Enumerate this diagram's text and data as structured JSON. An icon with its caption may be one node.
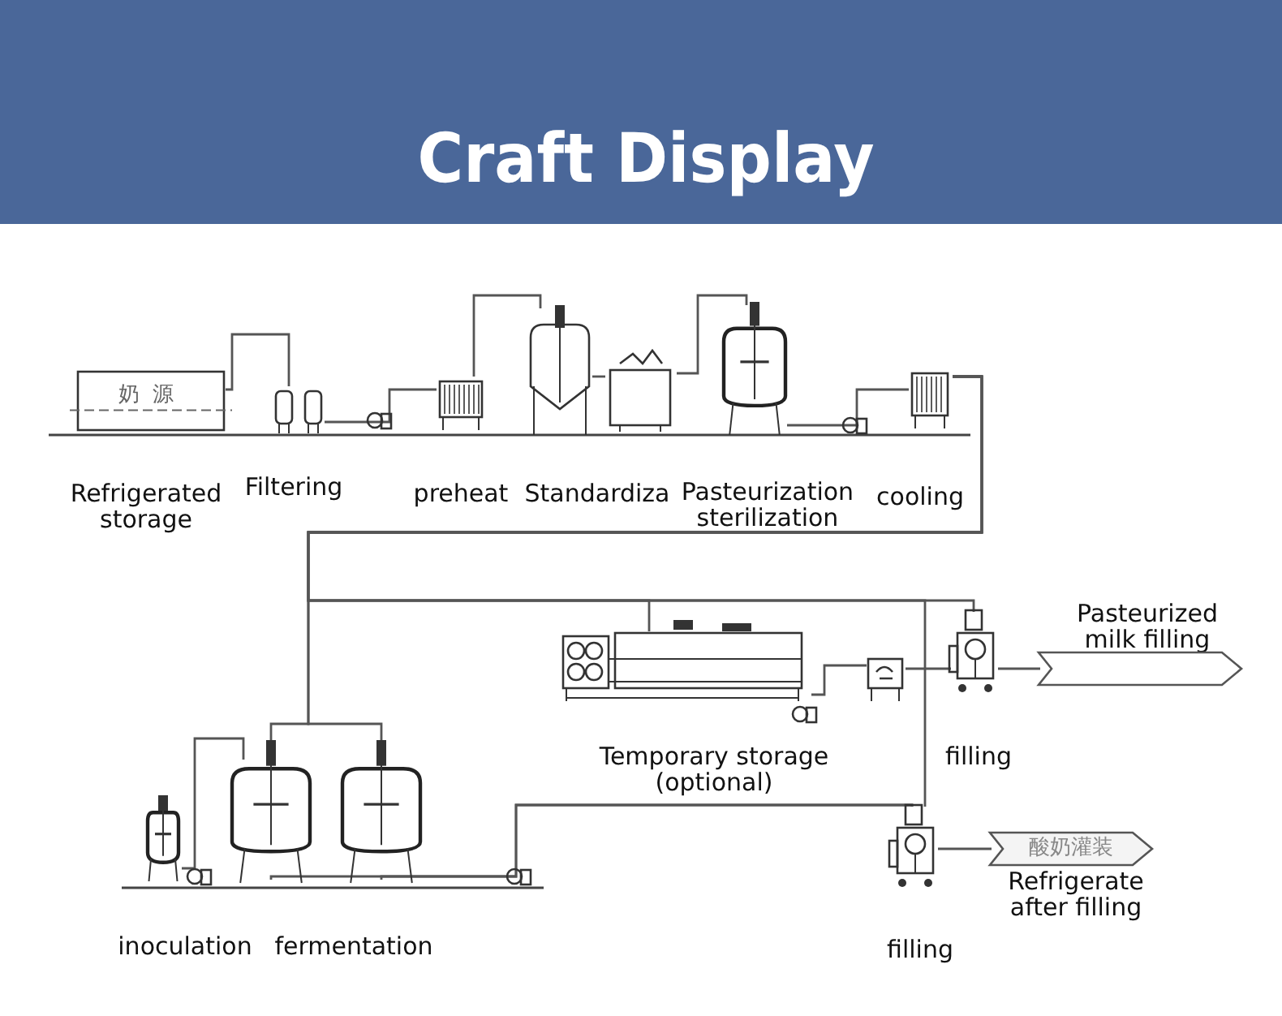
{
  "diagram": {
    "title": "Craft Display",
    "nodes": [
      {
        "text": [
          "奶源"
        ],
        "beside": [
          "Refrigerated storage"
        ]
      },
      {
        "text": [],
        "shape": "picture",
        "beside": [
          "Filtering"
        ]
      },
      {
        "text": [],
        "shape": "picture",
        "beside": [
          "preheat"
        ]
      },
      {
        "text": [],
        "shape": "picture",
        "beside": [
          "Standardiza"
        ]
      },
      {
        "text": [],
        "shape": "picture"
      },
      {
        "text": [],
        "shape": "picture",
        "beside": [
          "Pasteurization sterilization"
        ]
      },
      {
        "text": [],
        "shape": "picture",
        "beside": [
          "cooling"
        ]
      },
      {
        "text": [],
        "shape": "picture",
        "beside": [
          "Temporary storage (optional)"
        ]
      },
      {
        "text": [],
        "shape": "picture"
      },
      {
        "text": [],
        "shape": "picture",
        "beside": [
          "filling"
        ]
      },
      {
        "text": [
          "Pasteurized milk filling"
        ]
      },
      {
        "text": [],
        "shape": "picture",
        "beside": [
          "inoculation"
        ]
      },
      {
        "text": [],
        "shape": "picture",
        "beside": [
          "fermentation"
        ]
      },
      {
        "text": [],
        "shape": "picture"
      },
      {
        "text": [],
        "shape": "picture",
        "beside": [
          "filling"
        ]
      },
      {
        "text": [
          "酸奶灌装",
          "Refrigerate after filling"
        ]
      }
    ],
    "edges": [
      {
        "from": 0,
        "to": 1,
        "arrow": "none"
      },
      {
        "from": 1,
        "to": 2,
        "arrow": "none"
      },
      {
        "from": 2,
        "to": 3,
        "arrow": "none"
      },
      {
        "from": 3,
        "to": 4,
        "arrow": "none"
      },
      {
        "from": 4,
        "to": 5,
        "arrow": "none"
      },
      {
        "from": 5,
        "to": 6,
        "arrow": "none"
      },
      {
        "from": 6,
        "to": 7,
        "arrow": "none"
      },
      {
        "from": 6,
        "to": 9,
        "arrow": "none"
      },
      {
        "from": 6,
        "to": 12,
        "arrow": "none"
      },
      {
        "from": 6,
        "to": 13,
        "arrow": "none"
      },
      {
        "from": 6,
        "to": 14,
        "arrow": "none"
      },
      {
        "from": 11,
        "to": 12,
        "arrow": "none"
      },
      {
        "from": 7,
        "to": 8,
        "arrow": "none"
      },
      {
        "from": 8,
        "to": 9,
        "arrow": "none"
      },
      {
        "from": 12,
        "to": 14,
        "arrow": "none"
      },
      {
        "from": 13,
        "to": 14,
        "arrow": "none"
      },
      {
        "from": 9,
        "to": 10,
        "arrow": "none"
      },
      {
        "from": 14,
        "to": 15,
        "arrow": "none"
      }
    ]
  }
}
